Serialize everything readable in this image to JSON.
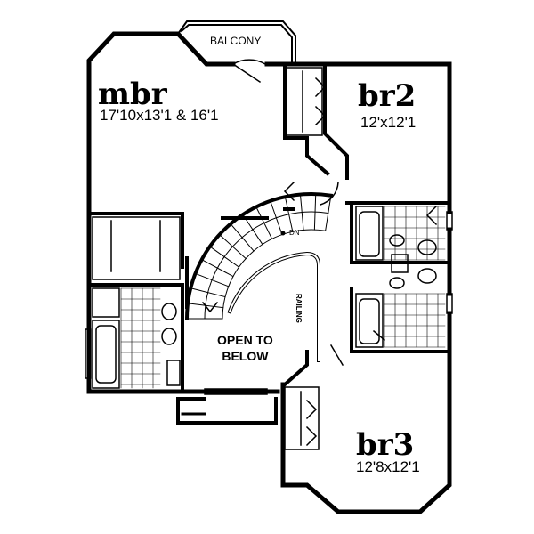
{
  "labels": {
    "balcony": "BALCONY",
    "open_to_below_line1": "OPEN TO",
    "open_to_below_line2": "BELOW",
    "dn": "DN",
    "railing": "RAILING"
  },
  "rooms": [
    {
      "name": "mbr",
      "dimensions": "17'10x13'1 & 16'1"
    },
    {
      "name": "br2",
      "dimensions": "12'x12'1"
    },
    {
      "name": "br3",
      "dimensions": "12'8x12'1"
    }
  ],
  "colors": {
    "wall": "#000000",
    "background": "#ffffff"
  }
}
